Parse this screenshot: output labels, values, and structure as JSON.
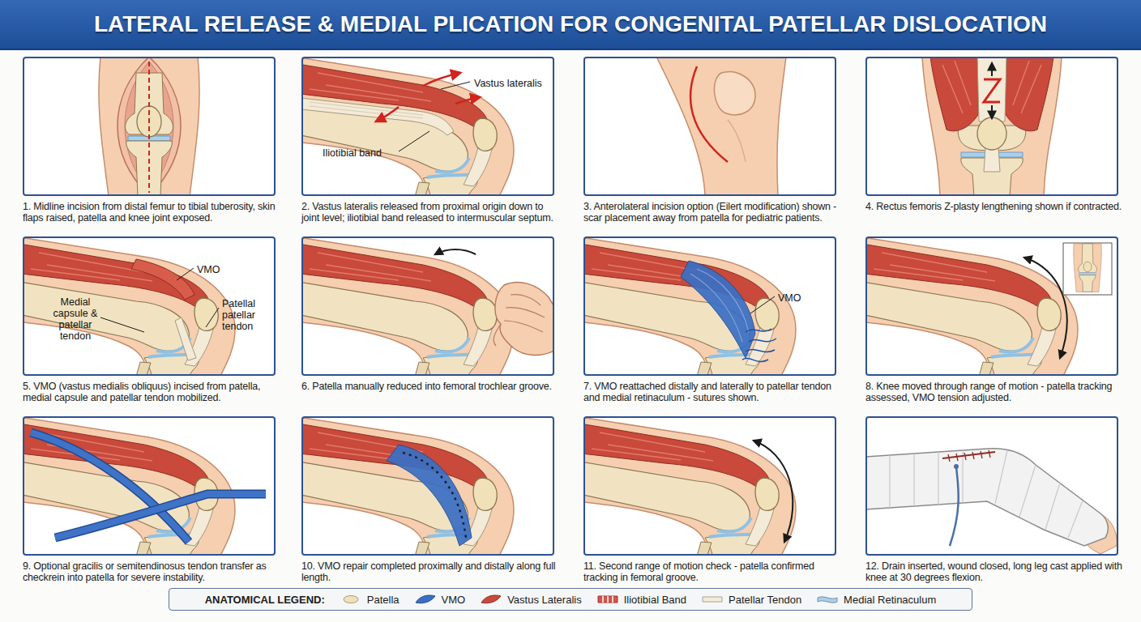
{
  "diagram": {
    "title": "LATERAL RELEASE & MEDIAL PLICATION FOR CONGENITAL PATELLAR DISLOCATION",
    "nodes": [
      {
        "text": [
          "1. Midline incision from distal femur to tibial tuberosity, skin flaps raised, patella and knee joint exposed."
        ]
      },
      {
        "text": [
          "Vastus lateralis",
          "Iliotibial band",
          "2. Vastus lateralis released from proximal origin down to joint level; iliotibial band released to intermuscular septum."
        ]
      },
      {
        "text": [
          "3. Anterolateral incision option (Eilert modification) shown - scar placement away from patella for pediatric patients."
        ]
      },
      {
        "text": [
          "4. Rectus femoris Z-plasty lengthening shown if contracted."
        ]
      },
      {
        "text": [
          "VMO",
          "Medial capsule & patellar tendon",
          "Patellal patellar tendon",
          "5. VMO (vastus medialis obliquus) incised from patella, medial capsule and patellar tendon mobilized."
        ]
      },
      {
        "text": [
          "6. Patella manually reduced into femoral trochlear groove."
        ]
      },
      {
        "text": [
          "VMO",
          "7. VMO reattached distally and laterally to patellar tendon and medial retinaculum - sutures shown."
        ]
      },
      {
        "text": [
          "8. Knee moved through range of motion - patella tracking assessed, VMO tension adjusted."
        ]
      },
      {
        "text": [
          "9. Optional gracilis or semitendinosus tendon transfer as checkrein into patella for severe instability."
        ]
      },
      {
        "text": [
          "10. VMO repair completed proximally and distally along full length."
        ]
      },
      {
        "text": [
          "11. Second range of motion check - patella confirmed tracking in femoral groove."
        ]
      },
      {
        "text": [
          "12. Drain inserted, wound closed, long leg cast applied with knee at 30 degrees flexion."
        ]
      }
    ],
    "labels": [
      "ANATOMICAL LEGEND:"
    ],
    "legend": [
      {
        "text": "Patella",
        "color": "#f1e1b8"
      },
      {
        "text": "VMO",
        "color": "#3a6fc4"
      },
      {
        "text": "Vastus Lateralis",
        "color": "#c9493a"
      },
      {
        "text": "Iliotibial Band",
        "color": "#d9534a"
      },
      {
        "text": "Patellar Tendon",
        "color": "#f3ead8"
      },
      {
        "text": "Medial Retinaculum",
        "color": "#a8d0ec"
      }
    ]
  }
}
